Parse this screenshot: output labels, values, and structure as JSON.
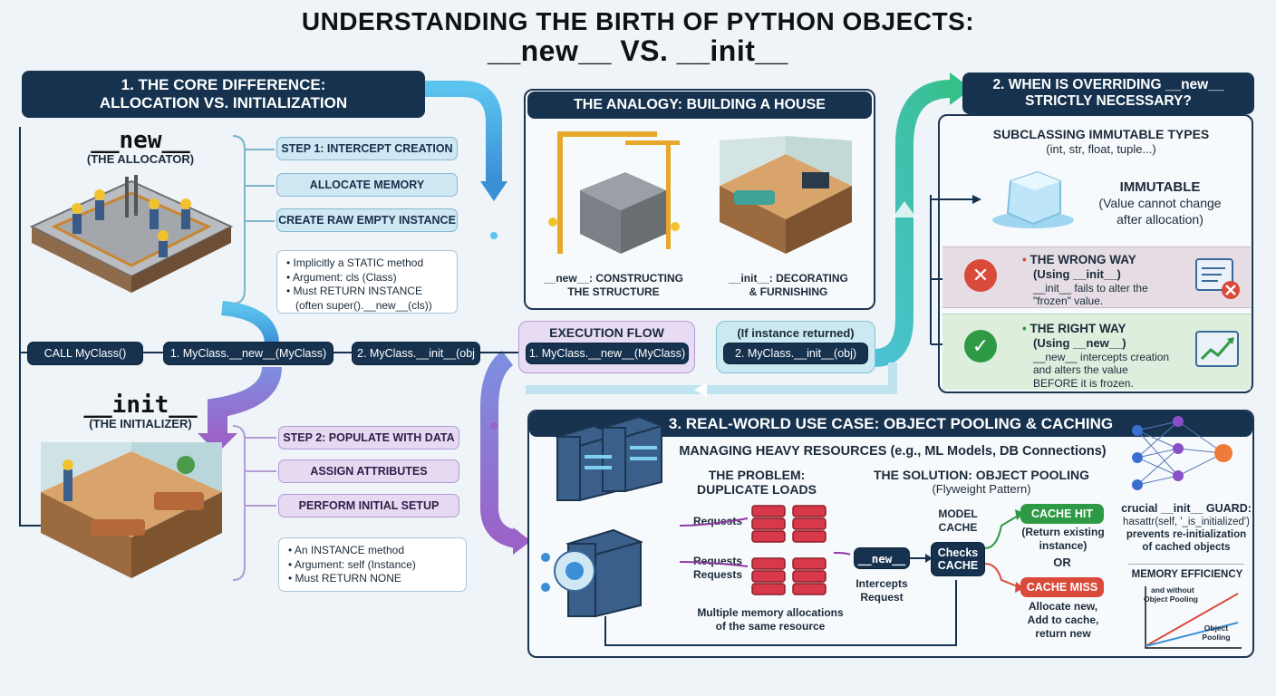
{
  "title": {
    "line1": "UNDERSTANDING THE BIRTH OF PYTHON OBJECTS:",
    "line2": "__new__ VS. __init__"
  },
  "section1": {
    "header_line1": "1. THE CORE DIFFERENCE:",
    "header_line2": "ALLOCATION VS. INITIALIZATION",
    "new_title": "__new__",
    "new_sub": "(THE ALLOCATOR)",
    "new_steps": [
      "STEP 1: INTERCEPT CREATION",
      "ALLOCATE MEMORY",
      "CREATE RAW EMPTY INSTANCE"
    ],
    "new_notes": [
      "Implicitly a STATIC method",
      "Argument: cls (Class)",
      "Must RETURN INSTANCE",
      "(often super().__new__(cls))"
    ],
    "init_title": "__init__",
    "init_sub": "(THE INITIALIZER)",
    "init_steps": [
      "STEP 2: POPULATE WITH DATA",
      "ASSIGN ATTRIBUTES",
      "PERFORM INITIAL SETUP"
    ],
    "init_notes": [
      "An INSTANCE method",
      "Argument: self (Instance)",
      "Must RETURN NONE"
    ]
  },
  "flow": {
    "call": "CALL MyClass()",
    "step_new": "1. MyClass.__new__(MyClass)",
    "step_init": "2. MyClass.__init__(obj",
    "exec_label": "EXECUTION FLOW",
    "exec_new": "1. MyClass.__new__(MyClass)",
    "cond_label": "(If instance returned)",
    "exec_init": "2. MyClass.__init__(obj)"
  },
  "analogy": {
    "header": "THE ANALOGY: BUILDING A HOUSE",
    "left_caption_1": "__new__: CONSTRUCTING",
    "left_caption_2": "THE STRUCTURE",
    "right_caption_1": "__init__: DECORATING",
    "right_caption_2": "& FURNISHING"
  },
  "section2": {
    "header_line1": "2. WHEN IS OVERRIDING __new__",
    "header_line2": "STRICTLY NECESSARY?",
    "sub_title": "SUBCLASSING IMMUTABLE TYPES",
    "sub_types": "(int, str, float, tuple...)",
    "immutable": "IMMUTABLE",
    "immutable_desc_1": "(Value cannot change",
    "immutable_desc_2": "after allocation)",
    "wrong_title": "THE WRONG WAY",
    "wrong_sub": "(Using __init__)",
    "wrong_desc_1": "__init__ fails to alter the",
    "wrong_desc_2": "\"frozen\" value.",
    "right_title": "THE RIGHT WAY",
    "right_sub": "(Using __new__)",
    "right_desc_1": "__new__ intercepts creation",
    "right_desc_2": "and alters the value",
    "right_desc_3": "BEFORE it is frozen."
  },
  "section3": {
    "header": "3. REAL-WORLD USE CASE: OBJECT POOLING & CACHING",
    "managing": "MANAGING HEAVY RESOURCES (e.g., ML Models, DB Connections)",
    "problem_1": "THE PROBLEM:",
    "problem_2": "DUPLICATE LOADS",
    "solution_title": "THE SOLUTION: OBJECT POOLING",
    "solution_sub": "(Flyweight Pattern)",
    "requests": [
      "Requests",
      "Requests",
      "Requests"
    ],
    "multiple_1": "Multiple memory allocations",
    "multiple_2": "of the same resource",
    "new_box": "__new__",
    "intercepts_1": "Intercepts",
    "intercepts_2": "Request",
    "model_cache_1": "MODEL",
    "model_cache_2": "CACHE",
    "checks_1": "Checks",
    "checks_2": "CACHE",
    "cache_hit": "CACHE HIT",
    "hit_desc_1": "(Return existing",
    "hit_desc_2": "instance)",
    "or": "OR",
    "cache_miss": "CACHE MISS",
    "miss_desc_1": "Allocate new,",
    "miss_desc_2": "Add to cache,",
    "miss_desc_3": "return new",
    "guard_1": "crucial __init__ GUARD:",
    "guard_2": "hasattr(self, '_is_initialized')",
    "guard_3": "prevents re-initialization",
    "guard_4": "of cached objects",
    "memory_title": "MEMORY EFFICIENCY",
    "without_1": "and without",
    "without_2": "Object Pooling",
    "with_1": "Object",
    "with_2": "Pooling"
  },
  "colors": {
    "navy": "#16324f",
    "blue": "#3da6dc",
    "purple": "#8f66c9",
    "teal": "#2fb39a",
    "green": "#2f9a45",
    "red": "#d94a3b"
  }
}
